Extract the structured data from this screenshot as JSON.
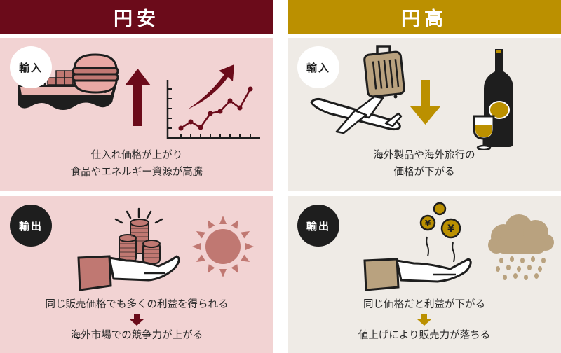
{
  "colors": {
    "yen_weak_header": "#6b0b1a",
    "yen_strong_header": "#bb9000",
    "yen_weak_panel": "#f2d3d3",
    "yen_strong_panel": "#efebe6",
    "weak_accent": "#c07872",
    "strong_accent": "#b9a27f"
  },
  "columns": [
    {
      "title": "円安",
      "import": {
        "badge": "輸入",
        "icons": [
          "ship-icon",
          "hamburger-icon",
          "up-arrow-icon",
          "rising-line-chart-icon"
        ],
        "caption_lines": [
          "仕入れ価格が上がり",
          "食品やエネルギー資源が高騰"
        ]
      },
      "export": {
        "badge": "輸出",
        "icons": [
          "hand-with-coin-stacks-icon",
          "sun-icon"
        ],
        "caption_line1": "同じ販売価格でも多くの利益を得られる",
        "caption_arrow": "down-arrow-icon",
        "caption_line2": "海外市場での競争力が上がる"
      }
    },
    {
      "title": "円高",
      "import": {
        "badge": "輸入",
        "icons": [
          "airplane-icon",
          "suitcase-icon",
          "down-arrow-icon",
          "wine-bottle-glass-icon"
        ],
        "caption_lines": [
          "海外製品や海外旅行の",
          "価格が下がる"
        ]
      },
      "export": {
        "badge": "輸出",
        "icons": [
          "hand-with-falling-coins-icon",
          "rain-cloud-icon"
        ],
        "caption_line1": "同じ価格だと利益が下がる",
        "caption_arrow": "down-arrow-icon",
        "caption_line2": "値上げにより販売力が落ちる"
      }
    }
  ]
}
